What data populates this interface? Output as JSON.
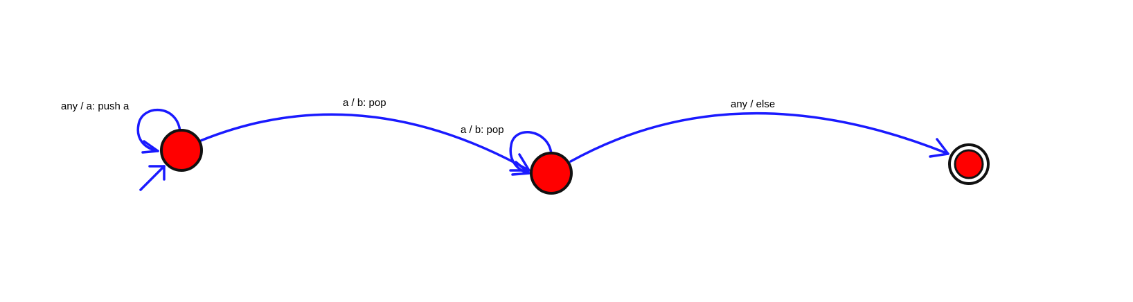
{
  "colors": {
    "edge": "#1a1aff",
    "state_fill": "#ff0000",
    "state_stroke": "#111111",
    "background": "#ffffff"
  },
  "states": [
    {
      "id": "q0",
      "initial": true,
      "accepting": false
    },
    {
      "id": "q1",
      "initial": false,
      "accepting": false
    },
    {
      "id": "q2",
      "initial": false,
      "accepting": true
    }
  ],
  "transitions": [
    {
      "from": "q0",
      "to": "q0",
      "label": "any / a: push a"
    },
    {
      "from": "q0",
      "to": "q1",
      "label": "a / b: pop"
    },
    {
      "from": "q1",
      "to": "q1",
      "label": "a / b: pop"
    },
    {
      "from": "q1",
      "to": "q2",
      "label": "any / else"
    }
  ]
}
